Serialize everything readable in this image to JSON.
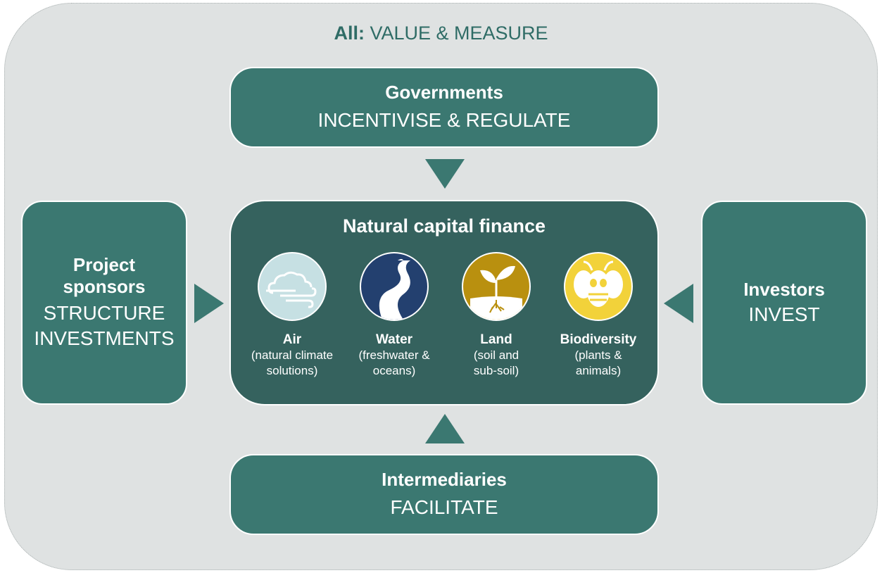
{
  "header": {
    "bold": "All:",
    "rest": " VALUE & MEASURE"
  },
  "governments": {
    "name": "Governments",
    "role": "INCENTIVISE & REGULATE"
  },
  "intermediaries": {
    "name": "Intermediaries",
    "role": "FACILITATE"
  },
  "sponsors": {
    "name_line1": "Project",
    "name_line2": "sponsors",
    "role_line1": "STRUCTURE",
    "role_line2": "INVESTMENTS"
  },
  "investors": {
    "name": "Investors",
    "role": "INVEST"
  },
  "center": {
    "title": "Natural capital finance",
    "pillars": [
      {
        "name": "Air",
        "desc1": "(natural climate",
        "desc2": "solutions)",
        "icon": "cloud-wind-icon",
        "color": "#c6e0e3"
      },
      {
        "name": "Water",
        "desc1": "(freshwater &",
        "desc2": "oceans)",
        "icon": "river-icon",
        "color": "#23406f"
      },
      {
        "name": "Land",
        "desc1": "(soil and",
        "desc2": "sub-soil)",
        "icon": "sprout-icon",
        "color": "#b9900f"
      },
      {
        "name": "Biodiversity",
        "desc1": "(plants &",
        "desc2": "animals)",
        "icon": "bee-icon",
        "color": "#f2d23a"
      }
    ]
  },
  "colors": {
    "box": "#3b7871",
    "center": "#35625e",
    "frame": "#dfe2e2",
    "title_text": "#2f6c66"
  }
}
